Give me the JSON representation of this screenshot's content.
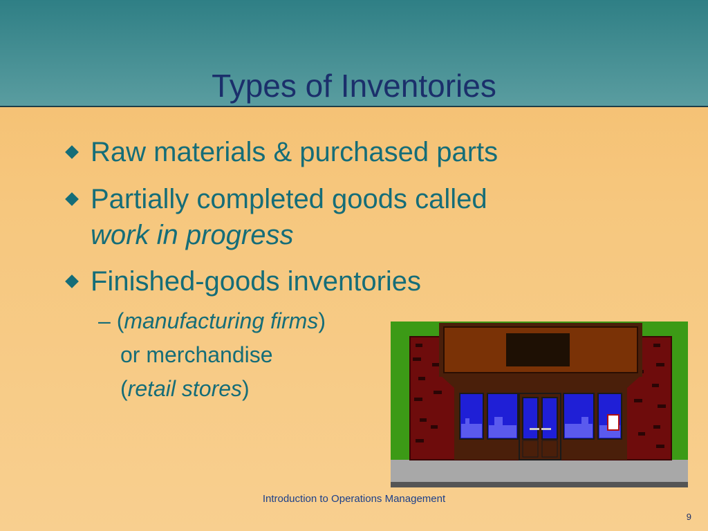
{
  "slide": {
    "title": "Types of Inventories",
    "bullets": [
      {
        "text": "Raw materials & purchased parts"
      },
      {
        "text_line1": "Partially completed goods called",
        "text_line2_italic": "work in progress"
      },
      {
        "text": "Finished-goods inventories"
      }
    ],
    "sub_bullet": {
      "dash": "–",
      "open_paren": "(",
      "italic1": "manufacturing firms",
      "close_paren": ")",
      "line2": "or merchandise",
      "open_paren2": "(",
      "italic2": "retail stores",
      "close_paren2": ")"
    },
    "footer": "Introduction to Operations Management",
    "page_number": "9"
  },
  "colors": {
    "header_top": "#2f7f85",
    "header_bottom": "#5a9da0",
    "title": "#1b2f6b",
    "body_text": "#156d78",
    "background": "#f6c77e"
  },
  "illustration": {
    "icon": "storefront-clipart-icon"
  }
}
